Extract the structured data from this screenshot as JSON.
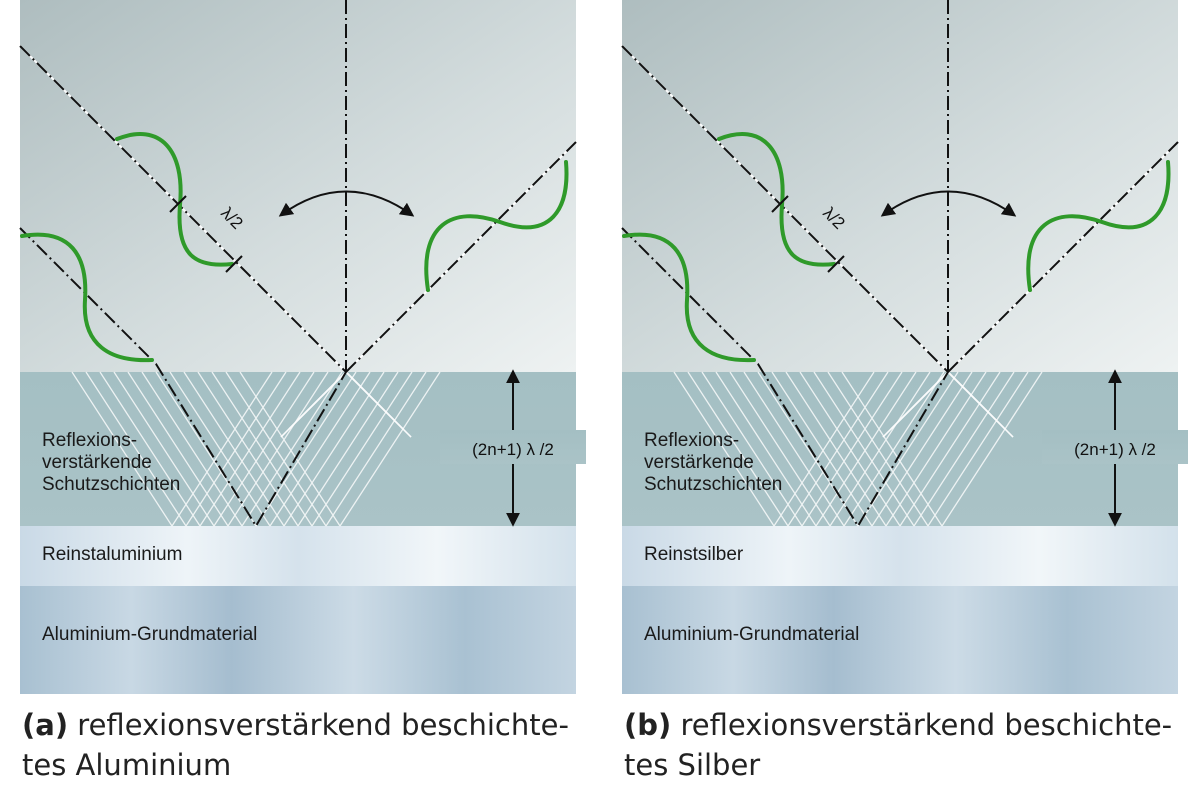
{
  "panels": [
    {
      "id": "a",
      "layers": {
        "coating": "Reflexions-\nverstärkende\nSchutzschichten",
        "pure_metal": "Reinstaluminium",
        "base": "Aluminium-Grundmaterial"
      },
      "thickness_label": "(2n+1) λ /2",
      "halfwave_label": "λ/2",
      "caption": {
        "letter": "(a)",
        "line1": "reflexionsverstärkend beschichte-",
        "line2": "tes Aluminium"
      }
    },
    {
      "id": "b",
      "layers": {
        "coating": "Reflexions-\nverstärkende\nSchutzschichten",
        "pure_metal": "Reinstsilber",
        "base": "Aluminium-Grundmaterial"
      },
      "thickness_label": "(2n+1) λ /2",
      "halfwave_label": "λ/2",
      "caption": {
        "letter": "(b)",
        "line1": "reflexionsverstärkend beschichte-",
        "line2": "tes Silber"
      }
    }
  ],
  "colors": {
    "wave": "#2f9a2a",
    "beam_lines": "#ffffff",
    "coating_layer": "#a9c3c7",
    "pure_metal_layer": "#dbe8f0",
    "base_layer": "#b4cad8"
  },
  "icons": {
    "angle_arrow": "double-arrow-arc",
    "thickness_arrow": "double-arrow-vertical"
  }
}
